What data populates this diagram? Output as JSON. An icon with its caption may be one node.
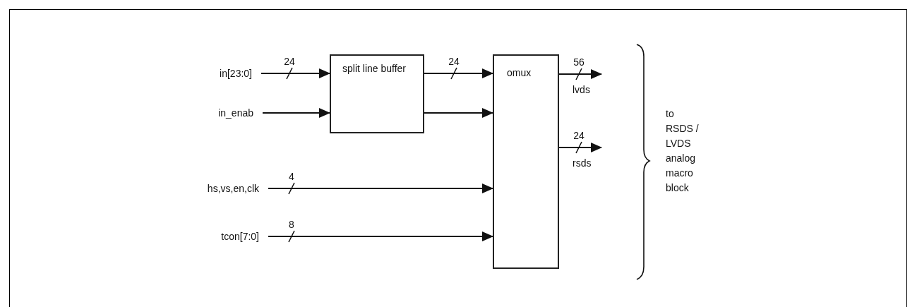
{
  "diagram": {
    "nodes": [
      {
        "text": [
          "in[23:0]"
        ]
      },
      {
        "text": [
          "in_enab"
        ]
      },
      {
        "text": [
          "split line buffer"
        ]
      },
      {
        "text": [
          "omux"
        ]
      },
      {
        "text": [
          "hs,vs,en,clk"
        ]
      },
      {
        "text": [
          "tcon[7:0]"
        ]
      },
      {
        "text": [
          "lvds"
        ]
      },
      {
        "text": [
          "rsds"
        ]
      }
    ],
    "edges": [
      {
        "from": 0,
        "to": 2,
        "arrow": "to",
        "label": "24"
      },
      {
        "from": 1,
        "to": 2,
        "arrow": "to"
      },
      {
        "from": 2,
        "to": 3,
        "arrow": "to",
        "label": "24"
      },
      {
        "from": 2,
        "to": 3,
        "arrow": "to"
      },
      {
        "from": 4,
        "to": 3,
        "arrow": "to",
        "label": "4"
      },
      {
        "from": 5,
        "to": 3,
        "arrow": "to",
        "label": "8"
      },
      {
        "from": 3,
        "to": 6,
        "arrow": "to",
        "label": "56"
      },
      {
        "from": 3,
        "to": 7,
        "arrow": "to",
        "label": "24"
      }
    ],
    "labels": [
      "to RSDS / LVDS analog macro block"
    ]
  }
}
